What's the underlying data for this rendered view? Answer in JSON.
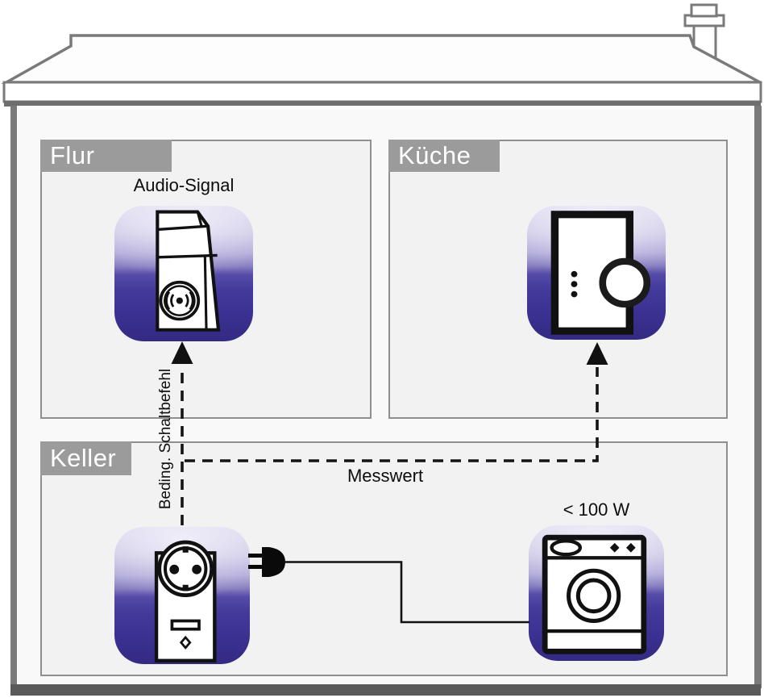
{
  "rooms": {
    "flur": {
      "label": "Flur"
    },
    "kueche": {
      "label": "Küche"
    },
    "keller": {
      "label": "Keller"
    }
  },
  "devices": {
    "audio_actuator": {
      "room": "flur",
      "caption": "Audio-Signal",
      "icon": "siren-icon"
    },
    "thermostat": {
      "room": "kueche",
      "icon": "thermostat-dial-icon"
    },
    "smart_plug": {
      "room": "keller",
      "icon": "schuko-socket-icon"
    },
    "washing_machine": {
      "room": "keller",
      "caption": "< 100 W",
      "icon": "washing-machine-icon"
    }
  },
  "connections": {
    "switch_command": {
      "from": "smart_plug",
      "to": "audio_actuator",
      "label": "Beding. Schaltbefehl",
      "style": "dashed",
      "arrow": "up"
    },
    "measurement": {
      "from": "smart_plug",
      "to": "thermostat",
      "label": "Messwert",
      "style": "dashed",
      "arrow": "up"
    },
    "power_cable": {
      "from": "smart_plug",
      "to": "washing_machine",
      "style": "solid",
      "arrow": "none"
    }
  },
  "colors": {
    "tile_gradient_top": "#d8d5ec",
    "tile_gradient_bottom": "#332a82",
    "room_label_bg": "#9b9b9b",
    "room_label_text": "#ffffff",
    "room_border": "#8f8f8f",
    "house_outline": "#7a7a7a",
    "line_color": "#141414"
  }
}
